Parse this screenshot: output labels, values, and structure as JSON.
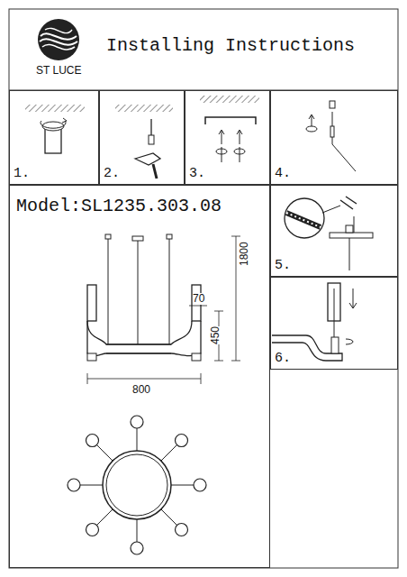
{
  "diagram": {
    "title": "Installing Instructions",
    "nodes": [
      {
        "text": [
          "1."
        ]
      },
      {
        "text": [
          "2."
        ]
      },
      {
        "text": [
          "3."
        ]
      },
      {
        "text": [
          "4."
        ]
      },
      {
        "text": [
          "Model:SL1235.303.08"
        ]
      },
      {
        "text": [
          "5."
        ]
      },
      {
        "text": [
          "6."
        ]
      }
    ],
    "labels": [
      "ST LUCE",
      "70",
      "1800",
      "450",
      "800"
    ]
  }
}
